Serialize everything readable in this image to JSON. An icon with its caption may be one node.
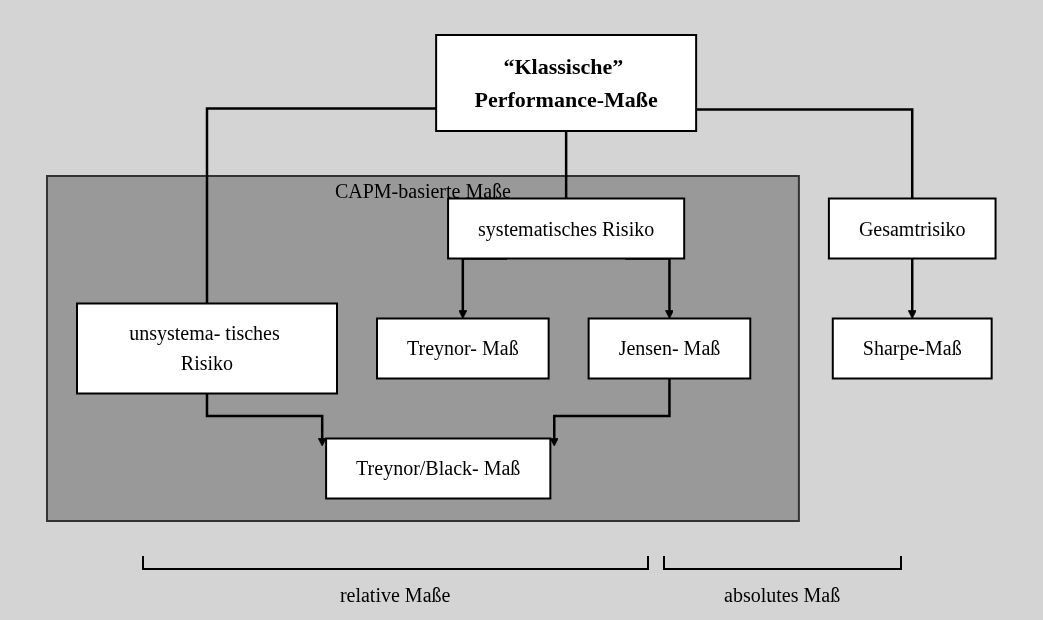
{
  "diagram": {
    "nodes": [
      {
        "text": [
          "“Klassische” Performance-Maße"
        ]
      },
      {
        "text": [
          "Gesamtrisiko"
        ]
      },
      {
        "text": [
          "CAPM-basierte Maße"
        ]
      },
      {
        "text": [
          "unsystema- tisches Risiko"
        ],
        "in": 2
      },
      {
        "text": [
          "systematisches Risiko"
        ],
        "in": 2
      },
      {
        "text": [
          "Treynor- Maß"
        ],
        "in": 2
      },
      {
        "text": [
          "Jensen- Maß"
        ],
        "in": 2
      },
      {
        "text": [
          "Treynor/Black- Maß"
        ],
        "in": 2
      },
      {
        "text": [
          "Sharpe-Maß"
        ]
      }
    ],
    "edges": [
      {
        "from": 0,
        "to": 1,
        "arrow": "none"
      },
      {
        "from": 0,
        "to": 3,
        "arrow": "none"
      },
      {
        "from": 0,
        "to": 4,
        "arrow": "none"
      },
      {
        "from": 1,
        "to": 8,
        "arrow": "to"
      },
      {
        "from": 3,
        "to": 7,
        "arrow": "to"
      },
      {
        "from": 4,
        "to": 5,
        "arrow": "to"
      },
      {
        "from": 4,
        "to": 6,
        "arrow": "to"
      },
      {
        "from": 6,
        "to": 7,
        "arrow": "to"
      }
    ],
    "labels": [
      "relative Maße",
      "absolutes Maß"
    ]
  }
}
